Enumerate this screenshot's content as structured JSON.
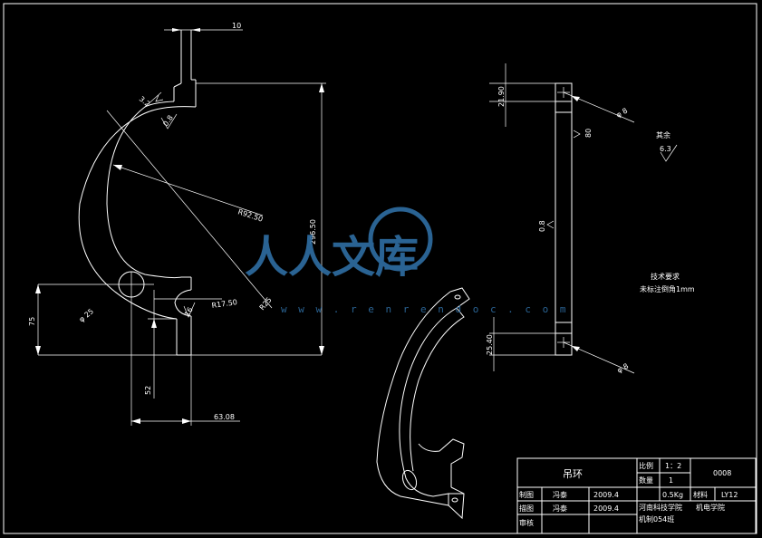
{
  "dimensions": {
    "d10": "10",
    "d32": "3.2",
    "d08a": "0.8",
    "r9250": "R92.50",
    "d29650": "296.50",
    "r25": "R25",
    "r1750": "R17.50",
    "d16": "16",
    "phi25": "φ 25",
    "d75": "75",
    "d52": "52",
    "d6308": "63.08",
    "d2190": "21.90",
    "phi8a": "φ 8",
    "d80": "80",
    "d08b": "0.8",
    "d2540": "25.40",
    "phi8b": "φ 8"
  },
  "surface": {
    "title": "其余",
    "value": "6.3"
  },
  "notes": {
    "title": "技术要求",
    "line1": "未标注倒角1mm"
  },
  "watermark": {
    "text": "人人文库",
    "url": "w w w . r e n r e n d o c . c o m"
  },
  "title_block": {
    "part_name": "吊环",
    "scale_label": "比例",
    "scale_value": "1：2",
    "qty_label": "数量",
    "qty_value": "1",
    "drawing_no": "0008",
    "weight_value": "0.5Kg",
    "material_label": "材料",
    "material_value": "LY12",
    "drawn_label": "制图",
    "drawn_name": "冯泰",
    "drawn_date": "2009.4",
    "draw2_label": "描图",
    "draw2_name": "冯泰",
    "draw2_date": "2009.4",
    "check_label": "审核",
    "school": "河南科技学院",
    "dept": "机电学院",
    "class_name": "机制054班"
  }
}
